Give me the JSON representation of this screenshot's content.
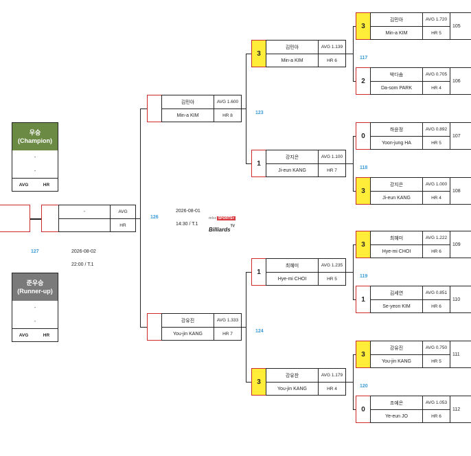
{
  "colors": {
    "winner": "#ffed3a",
    "match_number": "#3a9ad9",
    "champion": "#6b8a44",
    "runner_up": "#7a7a7a",
    "border_red": "#cc2a2a"
  },
  "round1": [
    {
      "num": "105",
      "score": "3",
      "win": true,
      "kr": "김민아",
      "en": "Min-a KIM",
      "avg": "AVG 1.720",
      "hr": "HR 5"
    },
    {
      "num": "106",
      "score": "2",
      "win": false,
      "kr": "박다솜",
      "en": "Da-som PARK",
      "avg": "AVG 0.705",
      "hr": "HR 4"
    },
    {
      "num": "107",
      "score": "0",
      "win": false,
      "kr": "하윤정",
      "en": "Yoon-jung HA",
      "avg": "AVG 0.892",
      "hr": "HR 5"
    },
    {
      "num": "108",
      "score": "3",
      "win": true,
      "kr": "강지은",
      "en": "Ji-eun KANG",
      "avg": "AVG 1.000",
      "hr": "HR 4"
    },
    {
      "num": "109",
      "score": "3",
      "win": true,
      "kr": "최혜미",
      "en": "Hye-mi CHOI",
      "avg": "AVG 1.222",
      "hr": "HR 6"
    },
    {
      "num": "110",
      "score": "1",
      "win": false,
      "kr": "김세연",
      "en": "Se-yeon KIM",
      "avg": "AVG 0.851",
      "hr": "HR 6"
    },
    {
      "num": "111",
      "score": "3",
      "win": true,
      "kr": "강유진",
      "en": "You-jin KANG",
      "avg": "AVG 0.750",
      "hr": "HR 5"
    },
    {
      "num": "112",
      "score": "0",
      "win": false,
      "kr": "조예은",
      "en": "Ye-eun JO",
      "avg": "AVG 1.053",
      "hr": "HR 6"
    }
  ],
  "round1_match_numbers": [
    "117",
    "118",
    "119",
    "120"
  ],
  "round2": [
    {
      "score": "3",
      "win": true,
      "kr": "김민아",
      "en": "Min-a KIM",
      "avg": "AVG 1.139",
      "hr": "HR 6"
    },
    {
      "score": "1",
      "win": false,
      "kr": "강지은",
      "en": "Ji-eun KANG",
      "avg": "AVG 1.100",
      "hr": "HR 7"
    },
    {
      "score": "1",
      "win": false,
      "kr": "최혜미",
      "en": "Hye-mi CHOI",
      "avg": "AVG 1.235",
      "hr": "HR 5"
    },
    {
      "score": "3",
      "win": true,
      "kr": "강유찬",
      "en": "You-jin KANG",
      "avg": "AVG 1.179",
      "hr": "HR 4"
    }
  ],
  "round2_match_numbers": [
    "123",
    "124"
  ],
  "semifinal": [
    {
      "score": "",
      "kr": "김민아",
      "en": "Min-a KIM",
      "avg": "AVG 1.600",
      "hr": "HR 8"
    },
    {
      "score": "",
      "kr": "강유진",
      "en": "You-jin KANG",
      "avg": "AVG 1.333",
      "hr": "HR 7"
    }
  ],
  "semifinal_info": {
    "match_no": "126",
    "date": "2026-08-01",
    "time": "14:30 / T.1"
  },
  "final_slot": {
    "name": "-",
    "avg": "AVG",
    "hr": "HR"
  },
  "final_info": {
    "match_no": "127",
    "date": "2026-08-02",
    "time": "22:00 / T.1"
  },
  "champion": {
    "title_kr": "우승",
    "title_en": "(Champion)",
    "line1": "-",
    "line2": "-",
    "avg": "AVG",
    "hr": "HR"
  },
  "runner_up": {
    "title_kr": "준우승",
    "title_en": "(Runner-up)",
    "line1": "-",
    "line2": "-",
    "avg": "AVG",
    "hr": "HR"
  },
  "logo": {
    "mbc": "mbc",
    "sports": "SPORTS+",
    "billiards": "Billiards",
    "tv": "TV"
  }
}
